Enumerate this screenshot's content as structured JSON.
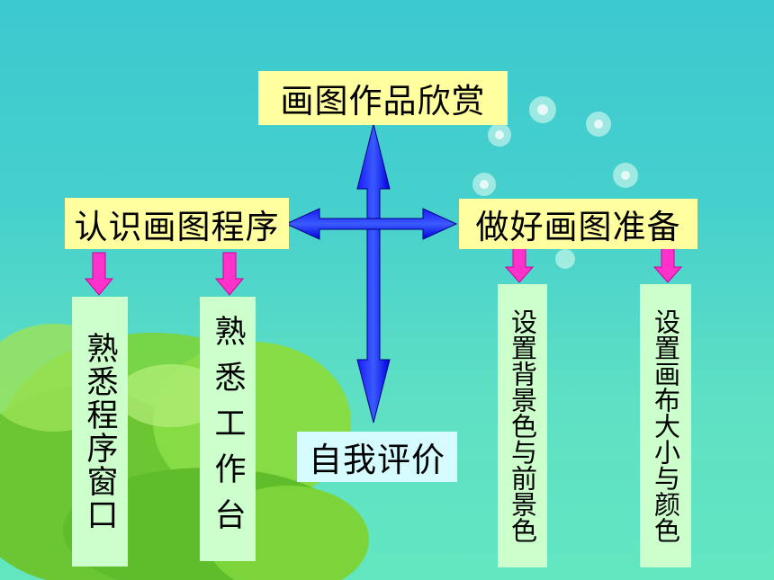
{
  "nodes": {
    "top": "画图作品欣赏",
    "left": "认识画图程序",
    "right": "做好画图准备",
    "bottom": "自我评价",
    "sub_left_1": "熟悉程序窗口",
    "sub_left_2": "熟悉工作台",
    "sub_right_1": "设置背景色与前景色",
    "sub_right_2": "设置画布大小与颜色"
  },
  "colors": {
    "background": "#46d0cd",
    "main_arrows": "#0000ff",
    "sub_arrows": "#ff00cc",
    "title_box": "#ffffa0",
    "sub_box": "#ccffcc",
    "bottom_box": "#d6fbff"
  }
}
